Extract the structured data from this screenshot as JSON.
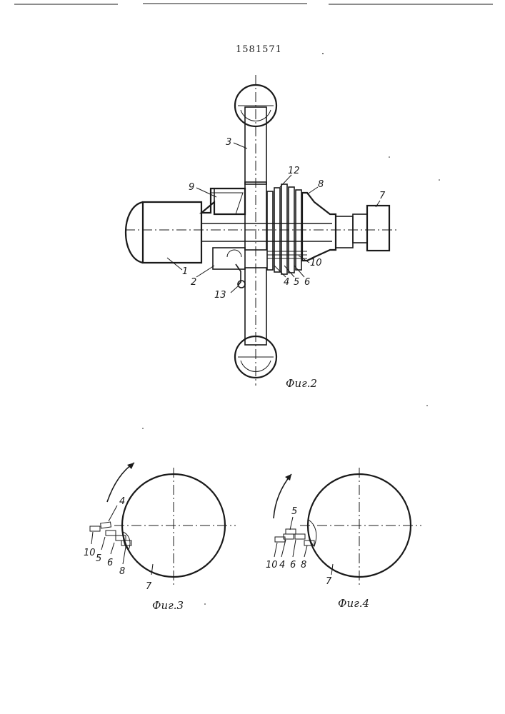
{
  "document": {
    "patent_number": "1581571"
  },
  "figures": [
    {
      "caption": "Фиг.2",
      "labels": [
        "1",
        "2",
        "3",
        "4",
        "5",
        "6",
        "7",
        "8",
        "9",
        "10",
        "12",
        "13"
      ]
    },
    {
      "caption": "Фиг.3",
      "labels": [
        "4",
        "10",
        "5",
        "6",
        "8",
        "7"
      ]
    },
    {
      "caption": "Фиг.4",
      "labels": [
        "5",
        "10",
        "4",
        "6",
        "8",
        "7"
      ]
    }
  ]
}
